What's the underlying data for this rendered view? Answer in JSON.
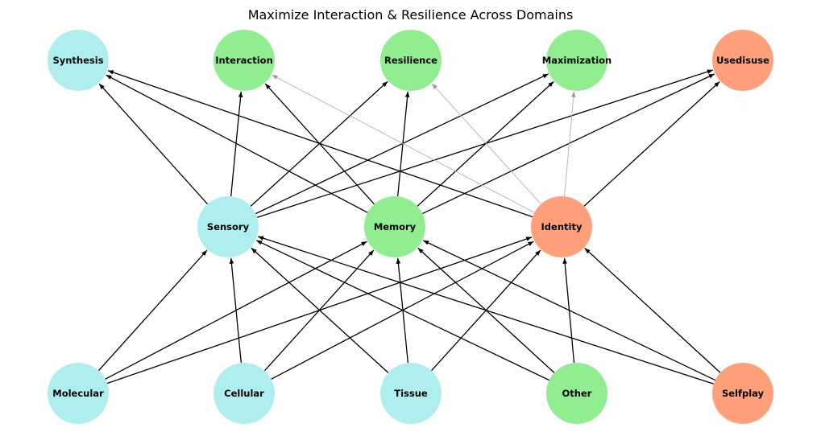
{
  "title": "Maximize Interaction & Resilience Across Domains",
  "colors": {
    "cyan": "#AFEEEE",
    "green": "#90EE90",
    "salmon": "#FFA07A",
    "edge": "#000000",
    "edge_faint": "#b8b8b8"
  },
  "nodes": [
    {
      "id": "synthesis",
      "label": "Synthesis",
      "color": "cyan"
    },
    {
      "id": "interaction",
      "label": "Interaction",
      "color": "green"
    },
    {
      "id": "resilience",
      "label": "Resilience",
      "color": "green"
    },
    {
      "id": "maximization",
      "label": "Maximization",
      "color": "green"
    },
    {
      "id": "usedisuse",
      "label": "Usedisuse",
      "color": "salmon"
    },
    {
      "id": "sensory",
      "label": "Sensory",
      "color": "cyan"
    },
    {
      "id": "memory",
      "label": "Memory",
      "color": "green"
    },
    {
      "id": "identity",
      "label": "Identity",
      "color": "salmon"
    },
    {
      "id": "molecular",
      "label": "Molecular",
      "color": "cyan"
    },
    {
      "id": "cellular",
      "label": "Cellular",
      "color": "cyan"
    },
    {
      "id": "tissue",
      "label": "Tissue",
      "color": "cyan"
    },
    {
      "id": "other",
      "label": "Other",
      "color": "green"
    },
    {
      "id": "selfplay",
      "label": "Selfplay",
      "color": "salmon"
    }
  ],
  "edges": [
    {
      "from": "molecular",
      "to": "sensory"
    },
    {
      "from": "molecular",
      "to": "memory"
    },
    {
      "from": "molecular",
      "to": "identity"
    },
    {
      "from": "cellular",
      "to": "sensory"
    },
    {
      "from": "cellular",
      "to": "memory"
    },
    {
      "from": "cellular",
      "to": "identity"
    },
    {
      "from": "tissue",
      "to": "sensory"
    },
    {
      "from": "tissue",
      "to": "memory"
    },
    {
      "from": "tissue",
      "to": "identity"
    },
    {
      "from": "other",
      "to": "sensory"
    },
    {
      "from": "other",
      "to": "memory"
    },
    {
      "from": "other",
      "to": "identity"
    },
    {
      "from": "selfplay",
      "to": "sensory"
    },
    {
      "from": "selfplay",
      "to": "memory"
    },
    {
      "from": "selfplay",
      "to": "identity"
    },
    {
      "from": "sensory",
      "to": "synthesis"
    },
    {
      "from": "sensory",
      "to": "interaction"
    },
    {
      "from": "sensory",
      "to": "resilience"
    },
    {
      "from": "sensory",
      "to": "maximization"
    },
    {
      "from": "sensory",
      "to": "usedisuse"
    },
    {
      "from": "memory",
      "to": "synthesis"
    },
    {
      "from": "memory",
      "to": "interaction"
    },
    {
      "from": "memory",
      "to": "resilience"
    },
    {
      "from": "memory",
      "to": "maximization"
    },
    {
      "from": "memory",
      "to": "usedisuse"
    },
    {
      "from": "identity",
      "to": "synthesis"
    },
    {
      "from": "identity",
      "to": "interaction",
      "faint": true
    },
    {
      "from": "identity",
      "to": "resilience",
      "faint": true
    },
    {
      "from": "identity",
      "to": "maximization",
      "faint": true
    },
    {
      "from": "identity",
      "to": "usedisuse"
    }
  ]
}
